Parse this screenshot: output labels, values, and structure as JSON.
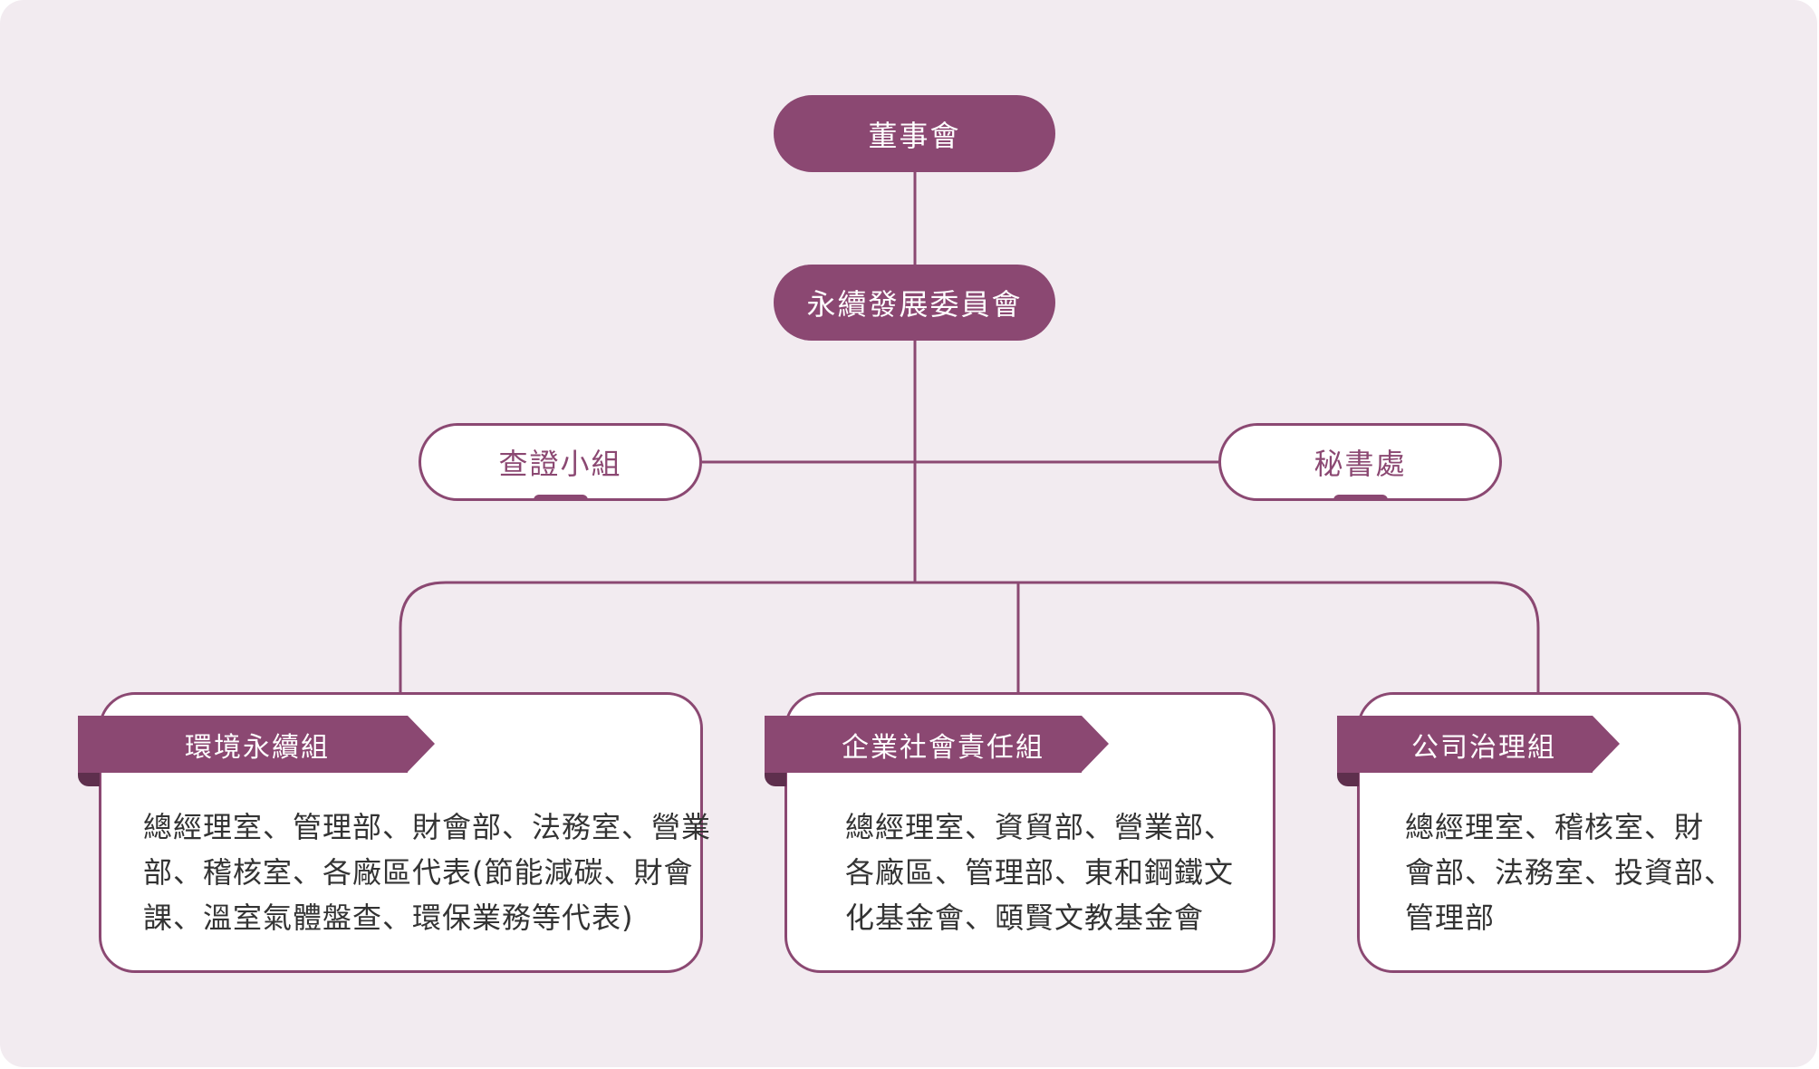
{
  "board": "董事會",
  "committee": "永續發展委員會",
  "verification_group": "查證小組",
  "secretariat": "秘書處",
  "groups": [
    {
      "title": "環境永續組",
      "members": [
        "總經理室、管理部、財會部、法務室、營業",
        "部、稽核室、各廠區代表(節能減碳、財會",
        "課、溫室氣體盤查、環保業務等代表)"
      ]
    },
    {
      "title": "企業社會責任組",
      "members": [
        "總經理室、資貿部、營業部、",
        "各廠區、管理部、東和鋼鐵文",
        "化基金會、頤賢文教基金會"
      ]
    },
    {
      "title": "公司治理組",
      "members": [
        "總經理室、稽核室、財",
        "會部、法務室、投資部、",
        "管理部"
      ]
    }
  ],
  "colors": {
    "accent": "#8b4872",
    "background": "#f2ebf0"
  }
}
